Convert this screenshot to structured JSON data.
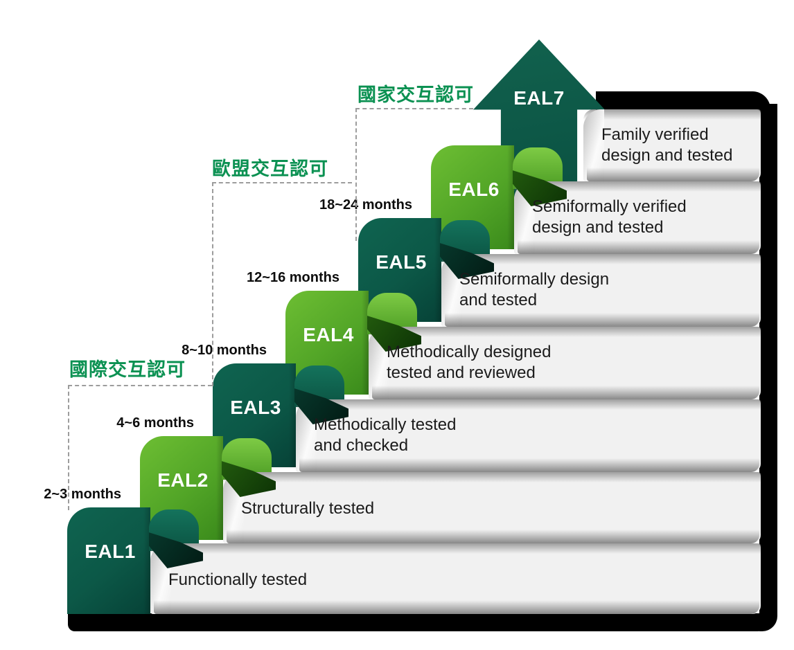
{
  "levels": [
    {
      "name": "EAL1",
      "theme": "dark",
      "duration": "2~3 months",
      "desc1": "Functionally tested",
      "desc2": ""
    },
    {
      "name": "EAL2",
      "theme": "light",
      "duration": "4~6 months",
      "desc1": "Structurally tested",
      "desc2": ""
    },
    {
      "name": "EAL3",
      "theme": "dark",
      "duration": "8~10 months",
      "desc1": "Methodically tested",
      "desc2": "and checked"
    },
    {
      "name": "EAL4",
      "theme": "light",
      "duration": "12~16 months",
      "desc1": "Methodically designed",
      "desc2": "tested and reviewed"
    },
    {
      "name": "EAL5",
      "theme": "dark",
      "duration": "18~24 months",
      "desc1": "Semiformally design",
      "desc2": "and tested"
    },
    {
      "name": "EAL6",
      "theme": "light",
      "duration": "",
      "desc1": "Semiformally verified",
      "desc2": "design and tested"
    },
    {
      "name": "EAL7",
      "theme": "dark",
      "duration": "",
      "desc1": "Family verified",
      "desc2": "design and tested"
    }
  ],
  "recognition_zones": [
    {
      "label": "國際交互認可"
    },
    {
      "label": "歐盟交互認可"
    },
    {
      "label": "國家交互認可"
    }
  ],
  "colors": {
    "dark_green": "#0c5847",
    "light_green": "#52a527",
    "zone_label_green": "#0b9152",
    "card_gray": "#f1f1f1",
    "shadow_black": "#000000",
    "text_dark": "#1b1b1b"
  }
}
